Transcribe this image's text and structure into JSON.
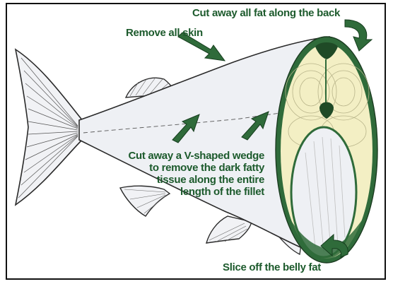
{
  "labels": {
    "back_fat": "Cut away all fat along the back",
    "remove_skin": "Remove all skin",
    "wedge_lines": [
      "Cut away a V-shaped wedge",
      "to remove the dark fatty",
      "tissue along the entire",
      "length of the fillet"
    ],
    "belly_fat": "Slice off the belly fat"
  },
  "colors": {
    "text_green": "#1c5a2c",
    "arrow_green": "#2f6b3a",
    "flesh_yellow": "#f3efc4",
    "fish_body": "#eef0f4",
    "outline": "#2a2a2a"
  }
}
